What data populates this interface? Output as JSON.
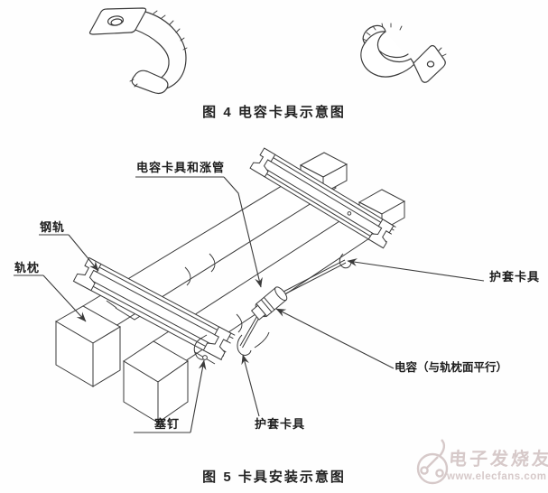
{
  "figure4": {
    "caption": "图 4 电容卡具示意图"
  },
  "figure5": {
    "caption": "图 5 卡具安装示意图"
  },
  "diagram_labels": {
    "capacitor_clamp_and_tube": "电容卡具和涨管",
    "steel_rail": "钢轨",
    "sleeper": "轨枕",
    "sheath_clamp_right": "护套卡具",
    "capacitor_parallel": "电容（与轨枕面平行）",
    "plug_pin": "塞钉",
    "sheath_clamp_bottom": "护套卡具"
  },
  "watermark": {
    "name": "电子发烧友",
    "site": "www.elecfans.com",
    "logo": "elecfans-logo"
  },
  "colors": {
    "line": "#3a3a3a",
    "background": "#fefefe",
    "watermark": "#d6c9c9"
  }
}
